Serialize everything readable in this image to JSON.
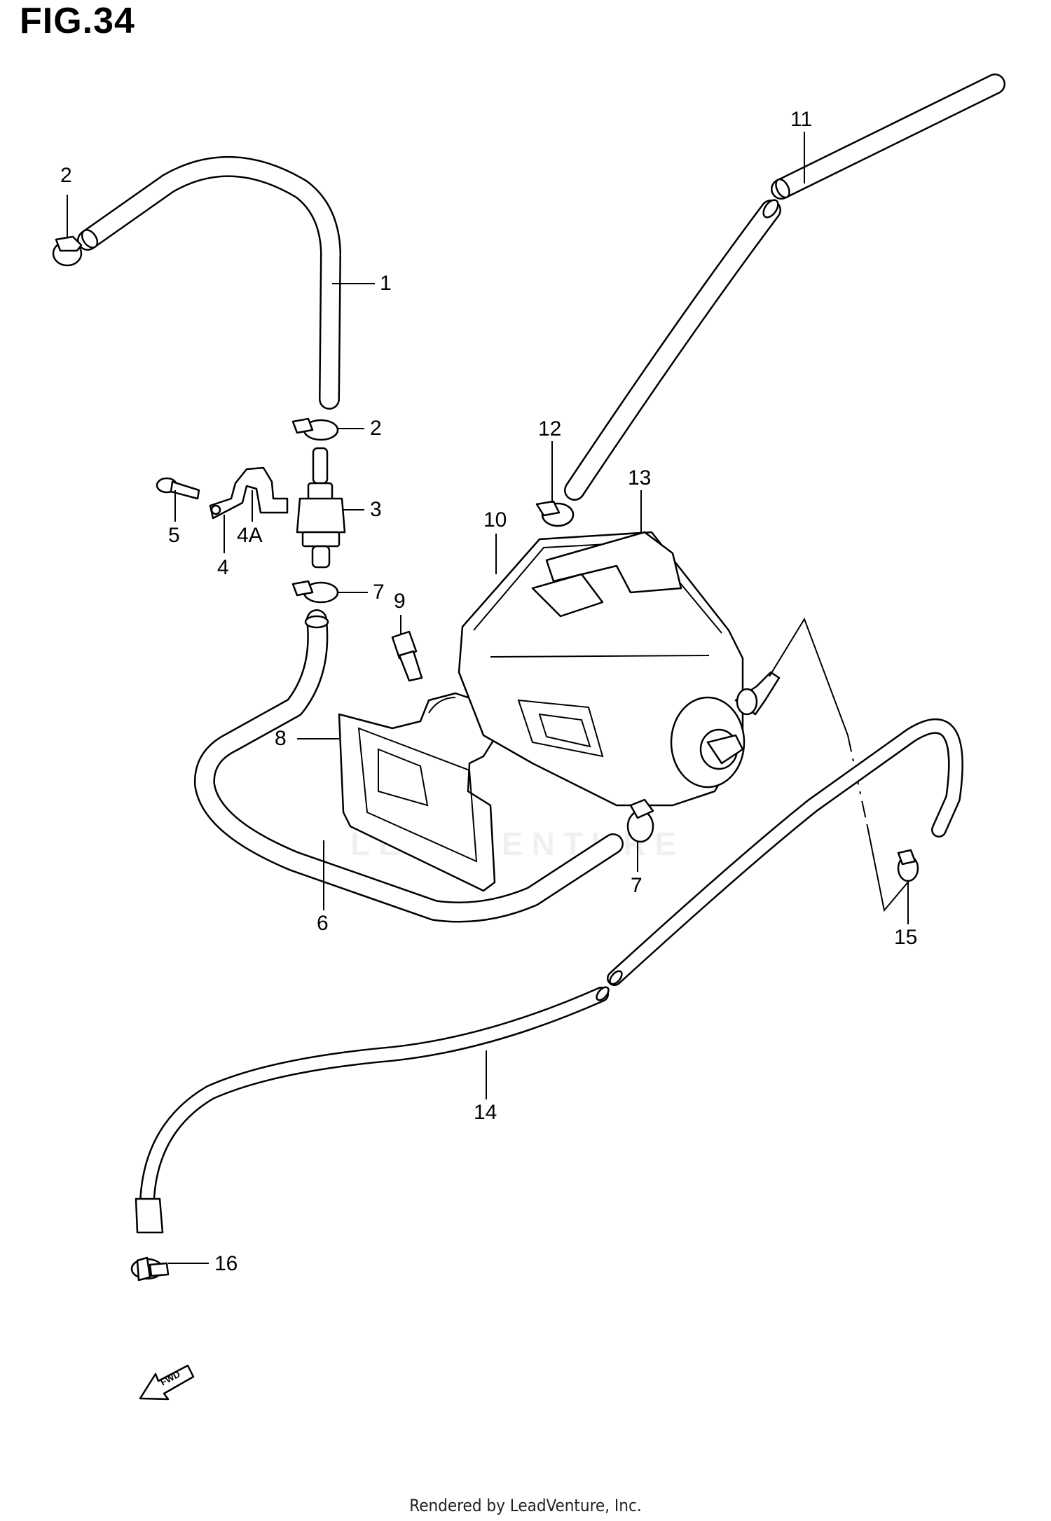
{
  "figure": {
    "title": "FIG.34",
    "footer": "Rendered by LeadVenture, Inc.",
    "watermark": "LEADVENTURE",
    "direction_marker": "FWD"
  },
  "callouts": [
    {
      "id": "c1",
      "label": "1"
    },
    {
      "id": "c2a",
      "label": "2"
    },
    {
      "id": "c2b",
      "label": "2"
    },
    {
      "id": "c3",
      "label": "3"
    },
    {
      "id": "c4",
      "label": "4"
    },
    {
      "id": "c4a",
      "label": "4A"
    },
    {
      "id": "c5",
      "label": "5"
    },
    {
      "id": "c6",
      "label": "6"
    },
    {
      "id": "c7a",
      "label": "7"
    },
    {
      "id": "c7b",
      "label": "7"
    },
    {
      "id": "c8",
      "label": "8"
    },
    {
      "id": "c9",
      "label": "9"
    },
    {
      "id": "c10",
      "label": "10"
    },
    {
      "id": "c11",
      "label": "11"
    },
    {
      "id": "c12",
      "label": "12"
    },
    {
      "id": "c13",
      "label": "13"
    },
    {
      "id": "c14",
      "label": "14"
    },
    {
      "id": "c15",
      "label": "15"
    },
    {
      "id": "c16",
      "label": "16"
    }
  ]
}
